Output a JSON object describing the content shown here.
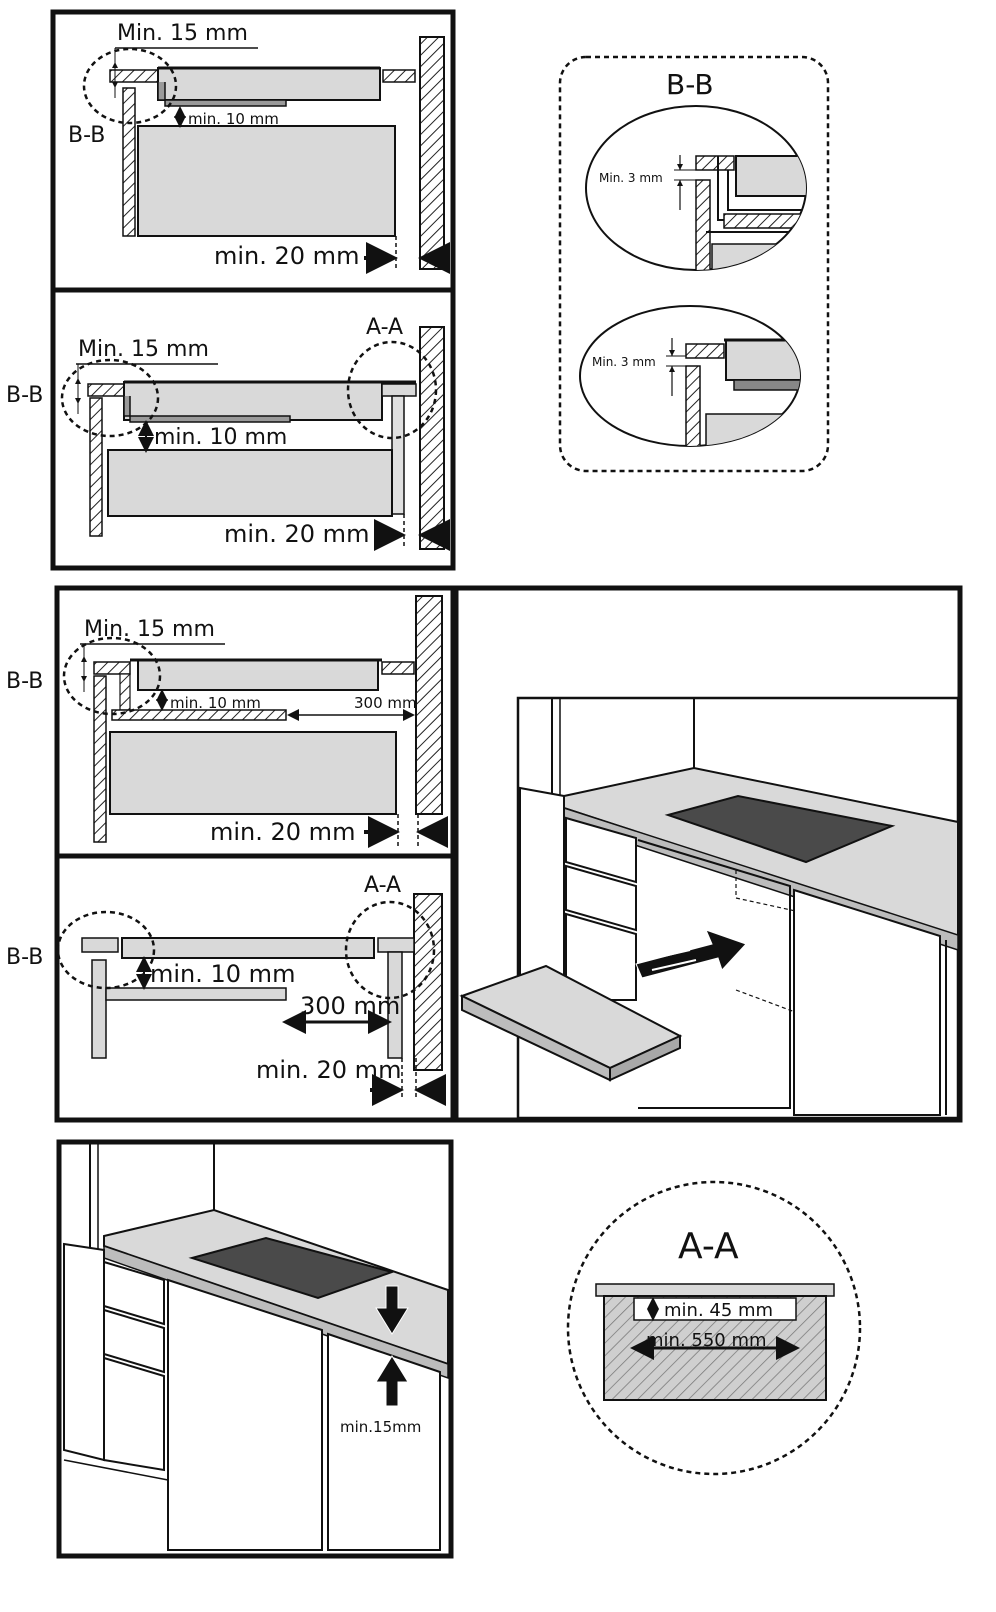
{
  "panel1": {
    "label_top": "Min. 15 mm",
    "label_gap": "min. 10 mm",
    "label_bottom": "min. 20 mm",
    "section": "B-B"
  },
  "panel2": {
    "label_top": "Min. 15 mm",
    "label_gap": "min. 10 mm",
    "label_bottom": "min. 20 mm",
    "section_left": "B-B",
    "section_right": "A-A"
  },
  "detail_bb": {
    "title": "B-B",
    "label_upper": "Min. 3 mm",
    "label_lower": "Min. 3 mm"
  },
  "panel3": {
    "label_top": "Min. 15 mm",
    "label_gap": "min. 10 mm",
    "label_depth": "300 mm",
    "label_bottom": "min. 20 mm",
    "section": "B-B"
  },
  "panel4": {
    "label_gap": "min. 10 mm",
    "label_depth": "300 mm",
    "label_bottom": "min. 20 mm",
    "section_left": "B-B",
    "section_right": "A-A"
  },
  "panel6": {
    "label_gap": "min.15mm"
  },
  "detail_aa": {
    "title": "A-A",
    "label_height": "min. 45 mm",
    "label_width": "min. 550 mm"
  },
  "colors": {
    "frame": "#111111",
    "fill_gray": "#d9d9d9",
    "dark_gray": "#555555",
    "hatch": "#222222"
  }
}
